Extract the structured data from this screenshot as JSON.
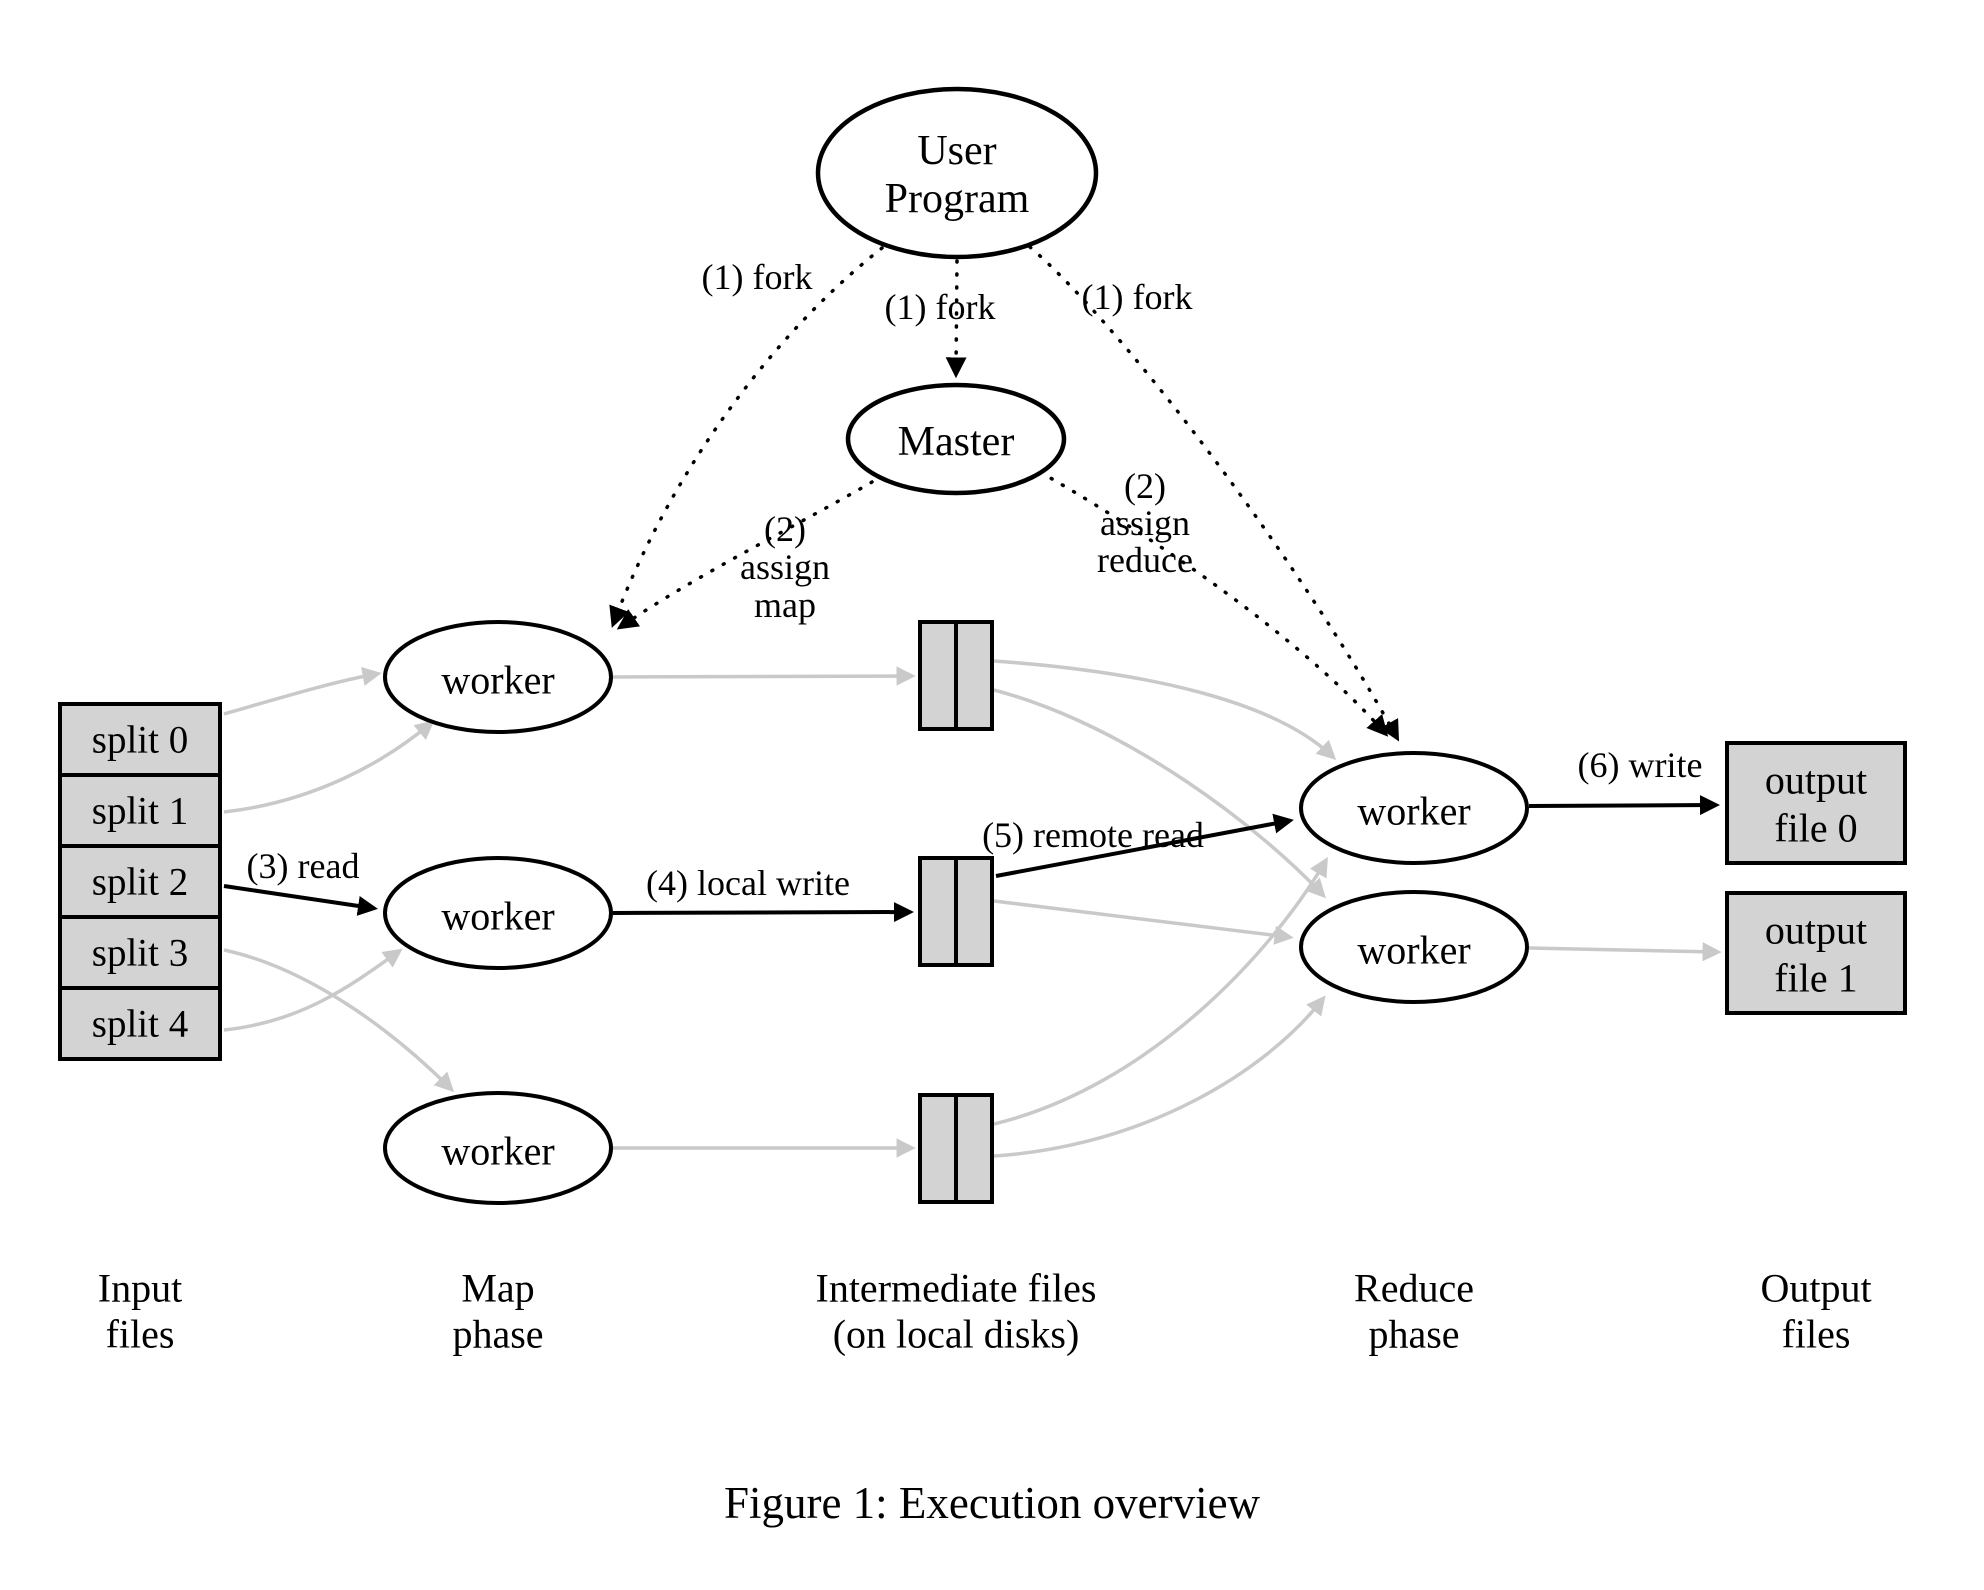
{
  "figure": {
    "caption": "Figure 1: Execution overview"
  },
  "colors": {
    "ink": "#000000",
    "gray": "#c9c9c9",
    "fill": "#d3d3d3",
    "bg": "#ffffff"
  },
  "nodes": {
    "user_program": {
      "lines": [
        "User",
        "Program"
      ]
    },
    "master": {
      "label": "Master"
    },
    "map_workers": [
      {
        "label": "worker"
      },
      {
        "label": "worker"
      },
      {
        "label": "worker"
      }
    ],
    "reduce_workers": [
      {
        "label": "worker"
      },
      {
        "label": "worker"
      }
    ],
    "splits": [
      {
        "label": "split 0"
      },
      {
        "label": "split 1"
      },
      {
        "label": "split 2"
      },
      {
        "label": "split 3"
      },
      {
        "label": "split 4"
      }
    ],
    "outputs": [
      {
        "lines": [
          "output",
          "file 0"
        ]
      },
      {
        "lines": [
          "output",
          "file 1"
        ]
      }
    ]
  },
  "edge_labels": {
    "fork_left": "(1) fork",
    "fork_center": "(1) fork",
    "fork_right": "(1) fork",
    "assign_map": {
      "lines": [
        "(2)",
        "assign",
        "map"
      ]
    },
    "assign_reduce": {
      "lines": [
        "(2)",
        "assign",
        "reduce"
      ]
    },
    "read": "(3) read",
    "local_write": "(4) local write",
    "remote_read": "(5) remote read",
    "write": "(6) write"
  },
  "columns": [
    {
      "lines": [
        "Input",
        "files"
      ]
    },
    {
      "lines": [
        "Map",
        "phase"
      ]
    },
    {
      "lines": [
        "Intermediate files",
        "(on local disks)"
      ]
    },
    {
      "lines": [
        "Reduce",
        "phase"
      ]
    },
    {
      "lines": [
        "Output",
        "files"
      ]
    }
  ]
}
